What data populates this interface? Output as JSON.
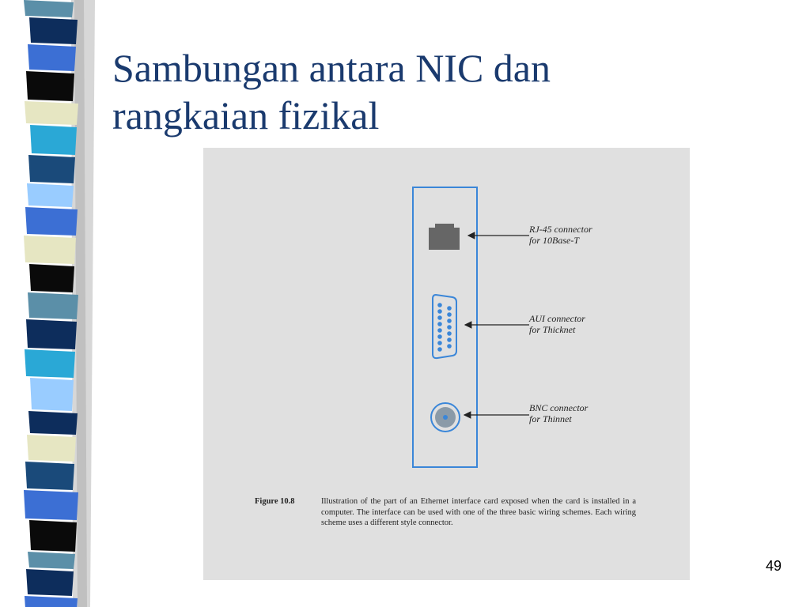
{
  "slide": {
    "title_line1": "Sambungan antara NIC dan",
    "title_line2": "rangkaian fizikal",
    "page_number": "49"
  },
  "figure": {
    "labels": {
      "rj45_line1": "RJ-45 connector",
      "rj45_line2": "for 10Base-T",
      "aui_line1": "AUI connector",
      "aui_line2": "for Thicknet",
      "bnc_line1": "BNC connector",
      "bnc_line2": "for Thinnet"
    },
    "caption_label": "Figure 10.8",
    "caption_text": "Illustration of the part of an Ethernet interface card exposed when the card is installed in a computer. The interface can be used with one of the three basic wiring schemes. Each wiring scheme uses a different style connector."
  },
  "colors": {
    "title": "#1a3a6e",
    "panel_bg": "#e0e0e0",
    "card_outline": "#3a86d8",
    "connector_blue": "#3a86d8"
  }
}
